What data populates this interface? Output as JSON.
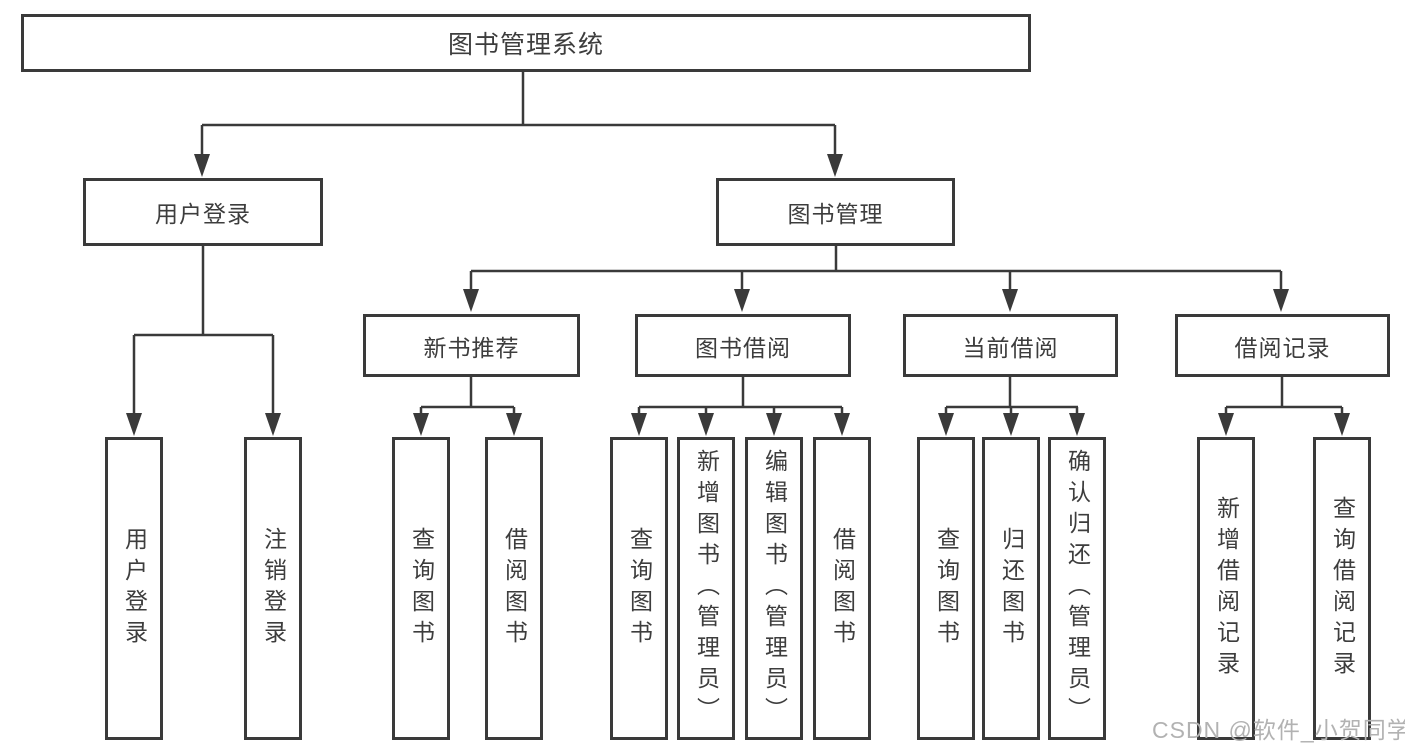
{
  "tree": {
    "root": {
      "label": "图书管理系统"
    },
    "branches": [
      {
        "label": "用户登录",
        "children": [
          {
            "label": "用户登录"
          },
          {
            "label": "注销登录"
          }
        ]
      },
      {
        "label": "图书管理",
        "children": [
          {
            "label": "新书推荐",
            "children": [
              {
                "label": "查询图书"
              },
              {
                "label": "借阅图书"
              }
            ]
          },
          {
            "label": "图书借阅",
            "children": [
              {
                "label": "查询图书"
              },
              {
                "label": "新增图书（管理员）"
              },
              {
                "label": "编辑图书（管理员）"
              },
              {
                "label": "借阅图书"
              }
            ]
          },
          {
            "label": "当前借阅",
            "children": [
              {
                "label": "查询图书"
              },
              {
                "label": "归还图书"
              },
              {
                "label": "确认归还（管理员）"
              }
            ]
          },
          {
            "label": "借阅记录",
            "children": [
              {
                "label": "新增借阅记录"
              },
              {
                "label": "查询借阅记录"
              }
            ]
          }
        ]
      }
    ]
  },
  "watermark": {
    "text": "CSDN @软件_小贺同学"
  },
  "colors": {
    "line": "#3a3a3a",
    "box_border": "#3a3a3a",
    "box_background": "#ffffff",
    "text": "#3d3d3d",
    "watermark": "#b2b2b2",
    "page_background": "#ffffff"
  }
}
